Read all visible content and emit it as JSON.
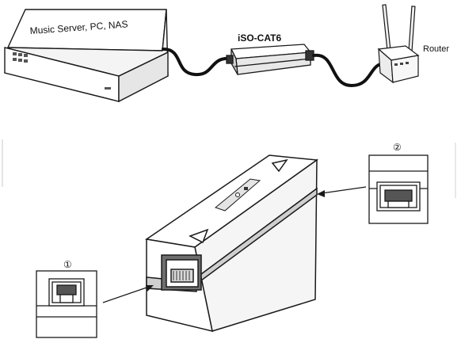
{
  "labels": {
    "server": "Music Server, PC, NAS",
    "isolator": "iSO-CAT6",
    "router": "Router",
    "callout_1": "①",
    "callout_2": "②"
  },
  "colors": {
    "line": "#1a1a1a",
    "cable": "#111111",
    "body": "#ffffff",
    "shade": "#d9d9d9",
    "dark_shade": "#6e6e6e"
  },
  "icons": {
    "server": "server-box-icon",
    "isolator": "ethernet-isolator-icon",
    "router": "wifi-router-icon",
    "port_1": "rj45-port-icon",
    "port_2": "rj45-port-icon"
  }
}
